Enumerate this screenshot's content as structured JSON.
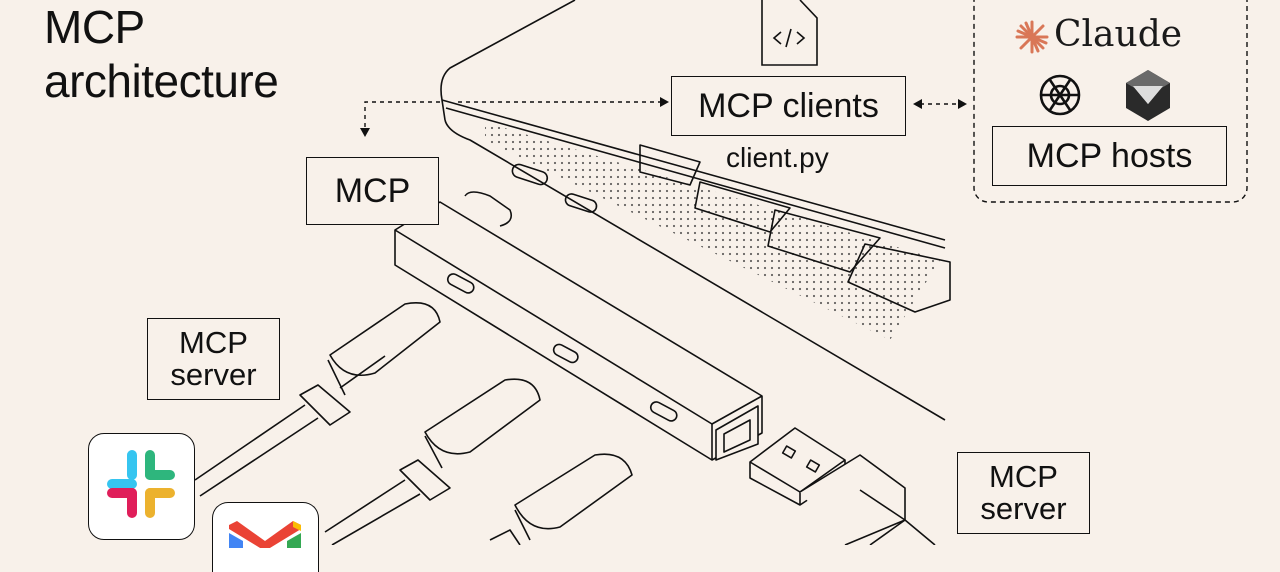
{
  "title": {
    "line1": "MCP",
    "line2": "architecture"
  },
  "labels": {
    "mcp_clients": "MCP clients",
    "client_file": "client.py",
    "mcp_hosts": "MCP hosts",
    "mcp_hub": "MCP",
    "mcp_server_left_1": "MCP",
    "mcp_server_left_2": "server",
    "mcp_server_right_1": "MCP",
    "mcp_server_right_2": "server"
  },
  "hosts": {
    "claude_wordmark": "Claude"
  },
  "icons": [
    "code-file-icon",
    "claude-sunburst-icon",
    "openai-icon",
    "gemini-cube-icon",
    "slack-icon",
    "gmail-icon"
  ],
  "colors": {
    "background": "#f8f1ea",
    "line": "#111111",
    "claude_accent": "#d97757",
    "slack_blue": "#36c5f0",
    "slack_green": "#2eb67d",
    "slack_yellow": "#ecb22e",
    "slack_red": "#e01e5a",
    "gmail_red": "#ea4335"
  }
}
